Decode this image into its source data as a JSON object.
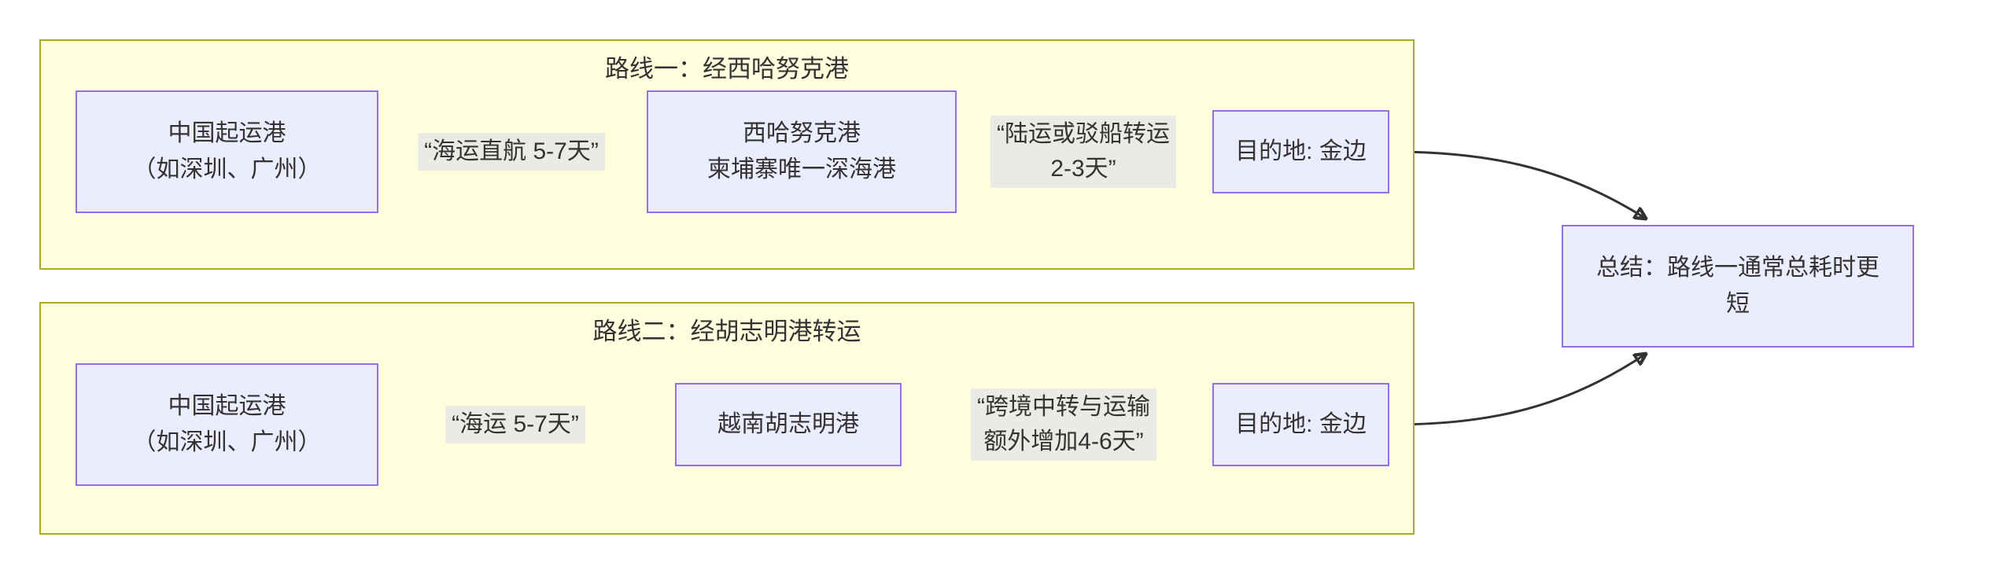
{
  "diagram": {
    "type": "flowchart",
    "direction": "left-to-right"
  },
  "colors": {
    "cluster_fill": "#ffffde",
    "cluster_border": "#aaaa33",
    "node_fill": "#ECECFF",
    "node_border": "#9370DB",
    "edge_color": "#333333",
    "edge_label_bg": "#e8e8e8",
    "text": "#333333",
    "background": "#ffffff"
  },
  "routes": [
    {
      "title": "路线一：经西哈努克港",
      "nodes": {
        "origin": {
          "line1": "中国起运港",
          "line2": "（如深圳、广州）"
        },
        "mid": {
          "line1": "西哈努克港",
          "line2": "柬埔寨唯一深海港"
        },
        "dest": {
          "label": "目的地: 金边"
        }
      },
      "edges": {
        "e1": {
          "line1": "“海运直航 5-7天”"
        },
        "e2": {
          "line1": "“陆运或驳船转运",
          "line2": "2-3天”"
        }
      }
    },
    {
      "title": "路线二：经胡志明港转运",
      "nodes": {
        "origin": {
          "line1": "中国起运港",
          "line2": "（如深圳、广州）"
        },
        "mid": {
          "label": "越南胡志明港"
        },
        "dest": {
          "label": "目的地: 金边"
        }
      },
      "edges": {
        "e1": {
          "line1": "“海运 5-7天”"
        },
        "e2": {
          "line1": "“跨境中转与运输",
          "line2": "额外增加4-6天”"
        }
      }
    }
  ],
  "summary": {
    "line1": "总结：路线一通常总耗时更",
    "line2": "短"
  }
}
